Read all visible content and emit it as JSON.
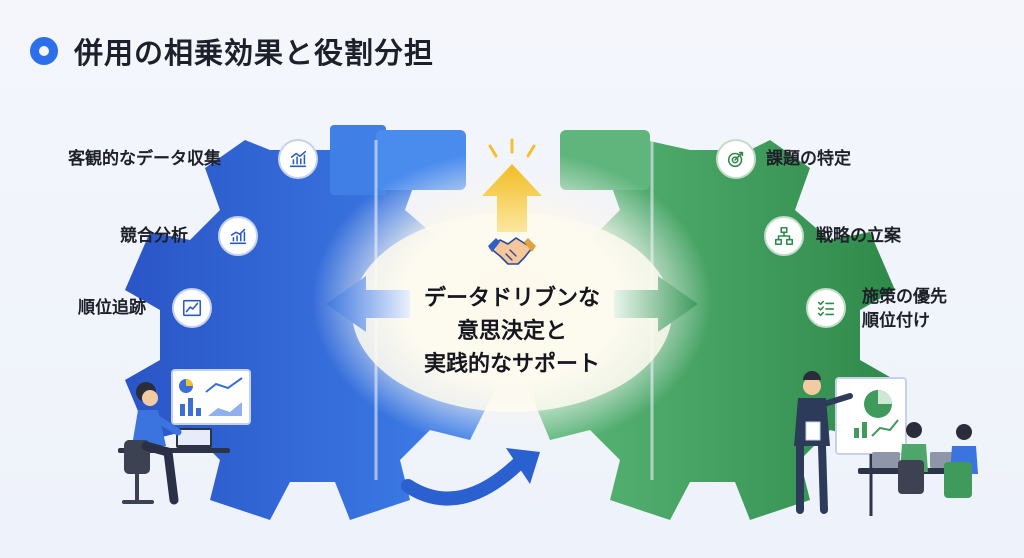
{
  "title": "併用の相乗効果と役割分担",
  "left_items": [
    {
      "label": "客観的なデータ収集",
      "icon": "bar-chart-icon"
    },
    {
      "label": "競合分析",
      "icon": "trend-chart-icon"
    },
    {
      "label": "順位追跡",
      "icon": "line-chart-icon"
    }
  ],
  "right_items": [
    {
      "label": "課題の特定",
      "icon": "target-icon"
    },
    {
      "label": "戦略の立案",
      "icon": "hierarchy-icon"
    },
    {
      "label_line1": "施策の優先",
      "label_line2": "順位付け",
      "icon": "checklist-icon"
    }
  ],
  "center": {
    "line1": "データドリブンな",
    "line2": "意思決定と",
    "line3": "実践的なサポート",
    "icon": "handshake-icon"
  },
  "colors": {
    "accent_blue": "#2d6fe8",
    "gear_blue": "#3a6fd8",
    "gear_green": "#3f9a5c",
    "arrow_yellow": "#f3c12e"
  }
}
